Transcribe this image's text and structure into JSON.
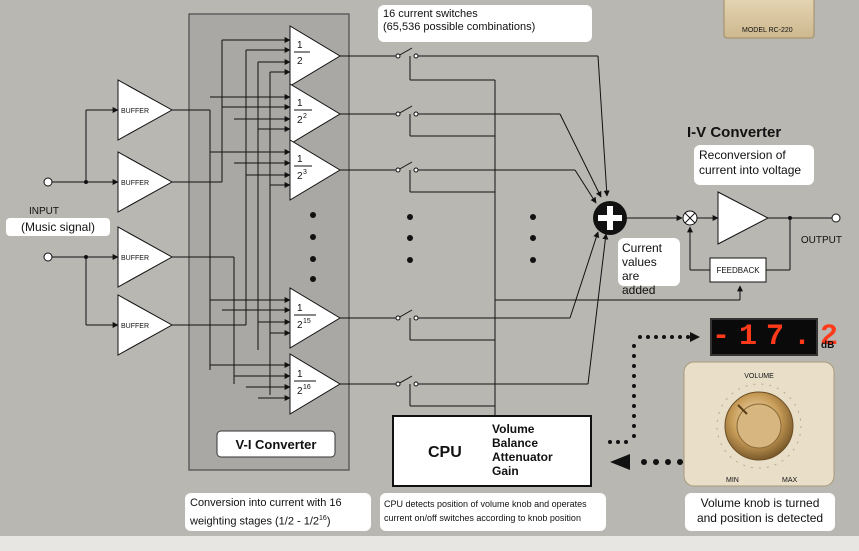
{
  "switch_note": {
    "line1": "16 current switches",
    "line2": "(65,536 possible combinations)"
  },
  "buffer_label": "BUFFER",
  "input": {
    "line1": "INPUT",
    "line2": "(Music signal)"
  },
  "vi": {
    "title": "V-I Converter",
    "desc_line1": "Conversion into current with 16",
    "desc_line2": "weighting stages (1/2 - 1/2",
    "desc_sup": "16",
    "desc_end": ")"
  },
  "weights": [
    {
      "num": "1",
      "den": "2",
      "sup": ""
    },
    {
      "num": "1",
      "den": "2",
      "sup": "2"
    },
    {
      "num": "1",
      "den": "2",
      "sup": "3"
    },
    {
      "num": "1",
      "den": "2",
      "sup": "15"
    },
    {
      "num": "1",
      "den": "2",
      "sup": "16"
    }
  ],
  "iv": {
    "title": "I-V Converter",
    "note_line1": "Reconversion of",
    "note_line2": "current into voltage"
  },
  "sum_note": {
    "line1": "Current",
    "line2": "values",
    "line3": "are added"
  },
  "output": "OUTPUT",
  "feedback": "FEEDBACK",
  "cpu": {
    "label": "CPU",
    "items": [
      "Volume",
      "Balance",
      "Attenuator",
      "Gain"
    ],
    "desc_line1": "CPU detects position of volume knob and operates",
    "desc_line2": "current on/off switches according to knob position"
  },
  "display": {
    "value": "-17.2",
    "unit": "dB"
  },
  "knob": {
    "label": "VOLUME",
    "min": "MIN",
    "max": "MAX",
    "caption_line1": "Volume knob is turned",
    "caption_line2": "and position is detected"
  },
  "device": {
    "model": "MODEL RC-220"
  },
  "colors": {
    "background": "#b9b7b2",
    "vi_panel": "#a9a8a4",
    "led": "#ff3a1a",
    "knob_panel": "#e9dfc9"
  }
}
